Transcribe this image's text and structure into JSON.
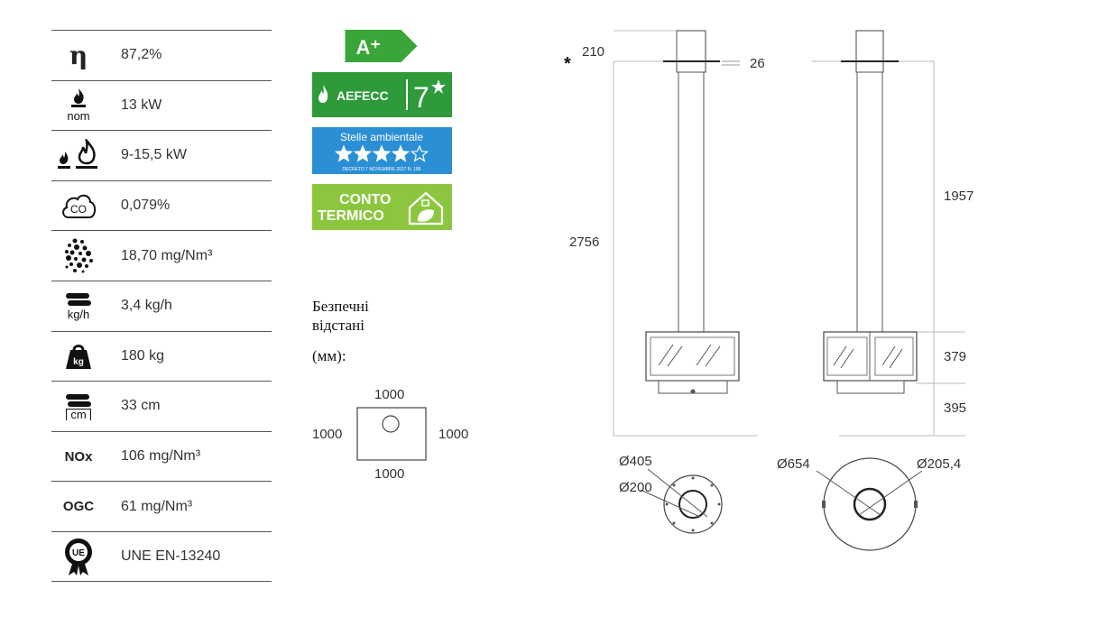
{
  "specs": [
    {
      "icon": "efficiency-eta-icon",
      "symbol": "η",
      "sublabel": "",
      "value": "87,2%"
    },
    {
      "icon": "nominal-power-flame-icon",
      "symbol": "",
      "sublabel": "nom",
      "value": "13 kW"
    },
    {
      "icon": "power-range-flames-icon",
      "symbol": "",
      "sublabel": "",
      "value": "9-15,5 kW"
    },
    {
      "icon": "co-cloud-icon",
      "symbol": "CO",
      "sublabel": "",
      "value": "0,079%"
    },
    {
      "icon": "particles-dots-icon",
      "symbol": "",
      "sublabel": "",
      "value": "18,70 mg/Nm³"
    },
    {
      "icon": "wood-consumption-icon",
      "symbol": "",
      "sublabel": "kg/h",
      "value": "3,4 kg/h"
    },
    {
      "icon": "weight-icon",
      "symbol": "kg",
      "sublabel": "",
      "value": "180 kg"
    },
    {
      "icon": "log-length-icon",
      "symbol": "",
      "sublabel": "cm",
      "value": "33 cm"
    },
    {
      "icon": "nox-label-icon",
      "symbol": "NOx",
      "sublabel": "",
      "value": "106 mg/Nm³"
    },
    {
      "icon": "ogc-label-icon",
      "symbol": "OGC",
      "sublabel": "",
      "value": "61 mg/Nm³"
    },
    {
      "icon": "ue-seal-icon",
      "symbol": "UE",
      "sublabel": "",
      "value": "UNE EN-13240"
    }
  ],
  "badges": {
    "energy_class": "A⁺",
    "aefecc_name": "AEFECC",
    "aefecc_rating": "7",
    "stelle_title": "Stelle ambientale",
    "stelle_decree": "DECRETO 7 NOVEMBRE 2017 N. 186",
    "stelle_count": 4,
    "conto_line1": "CONTO",
    "conto_line2": "TERMICO"
  },
  "safety": {
    "line1": "Безпечні",
    "line2": "відстані",
    "line3": "(мм):",
    "top": "1000",
    "left": "1000",
    "right": "1000",
    "bottom": "1000"
  },
  "dims": {
    "star": "*",
    "d210": "210",
    "d26": "26",
    "d2756": "2756",
    "d1957": "1957",
    "d379": "379",
    "d395": "395",
    "dia405": "Ø405",
    "dia200": "Ø200",
    "dia654": "Ø654",
    "dia2054": "Ø205,4"
  },
  "colors": {
    "green": "#3aa63a",
    "lime": "#8cc63f",
    "blue": "#2b8fd6"
  }
}
